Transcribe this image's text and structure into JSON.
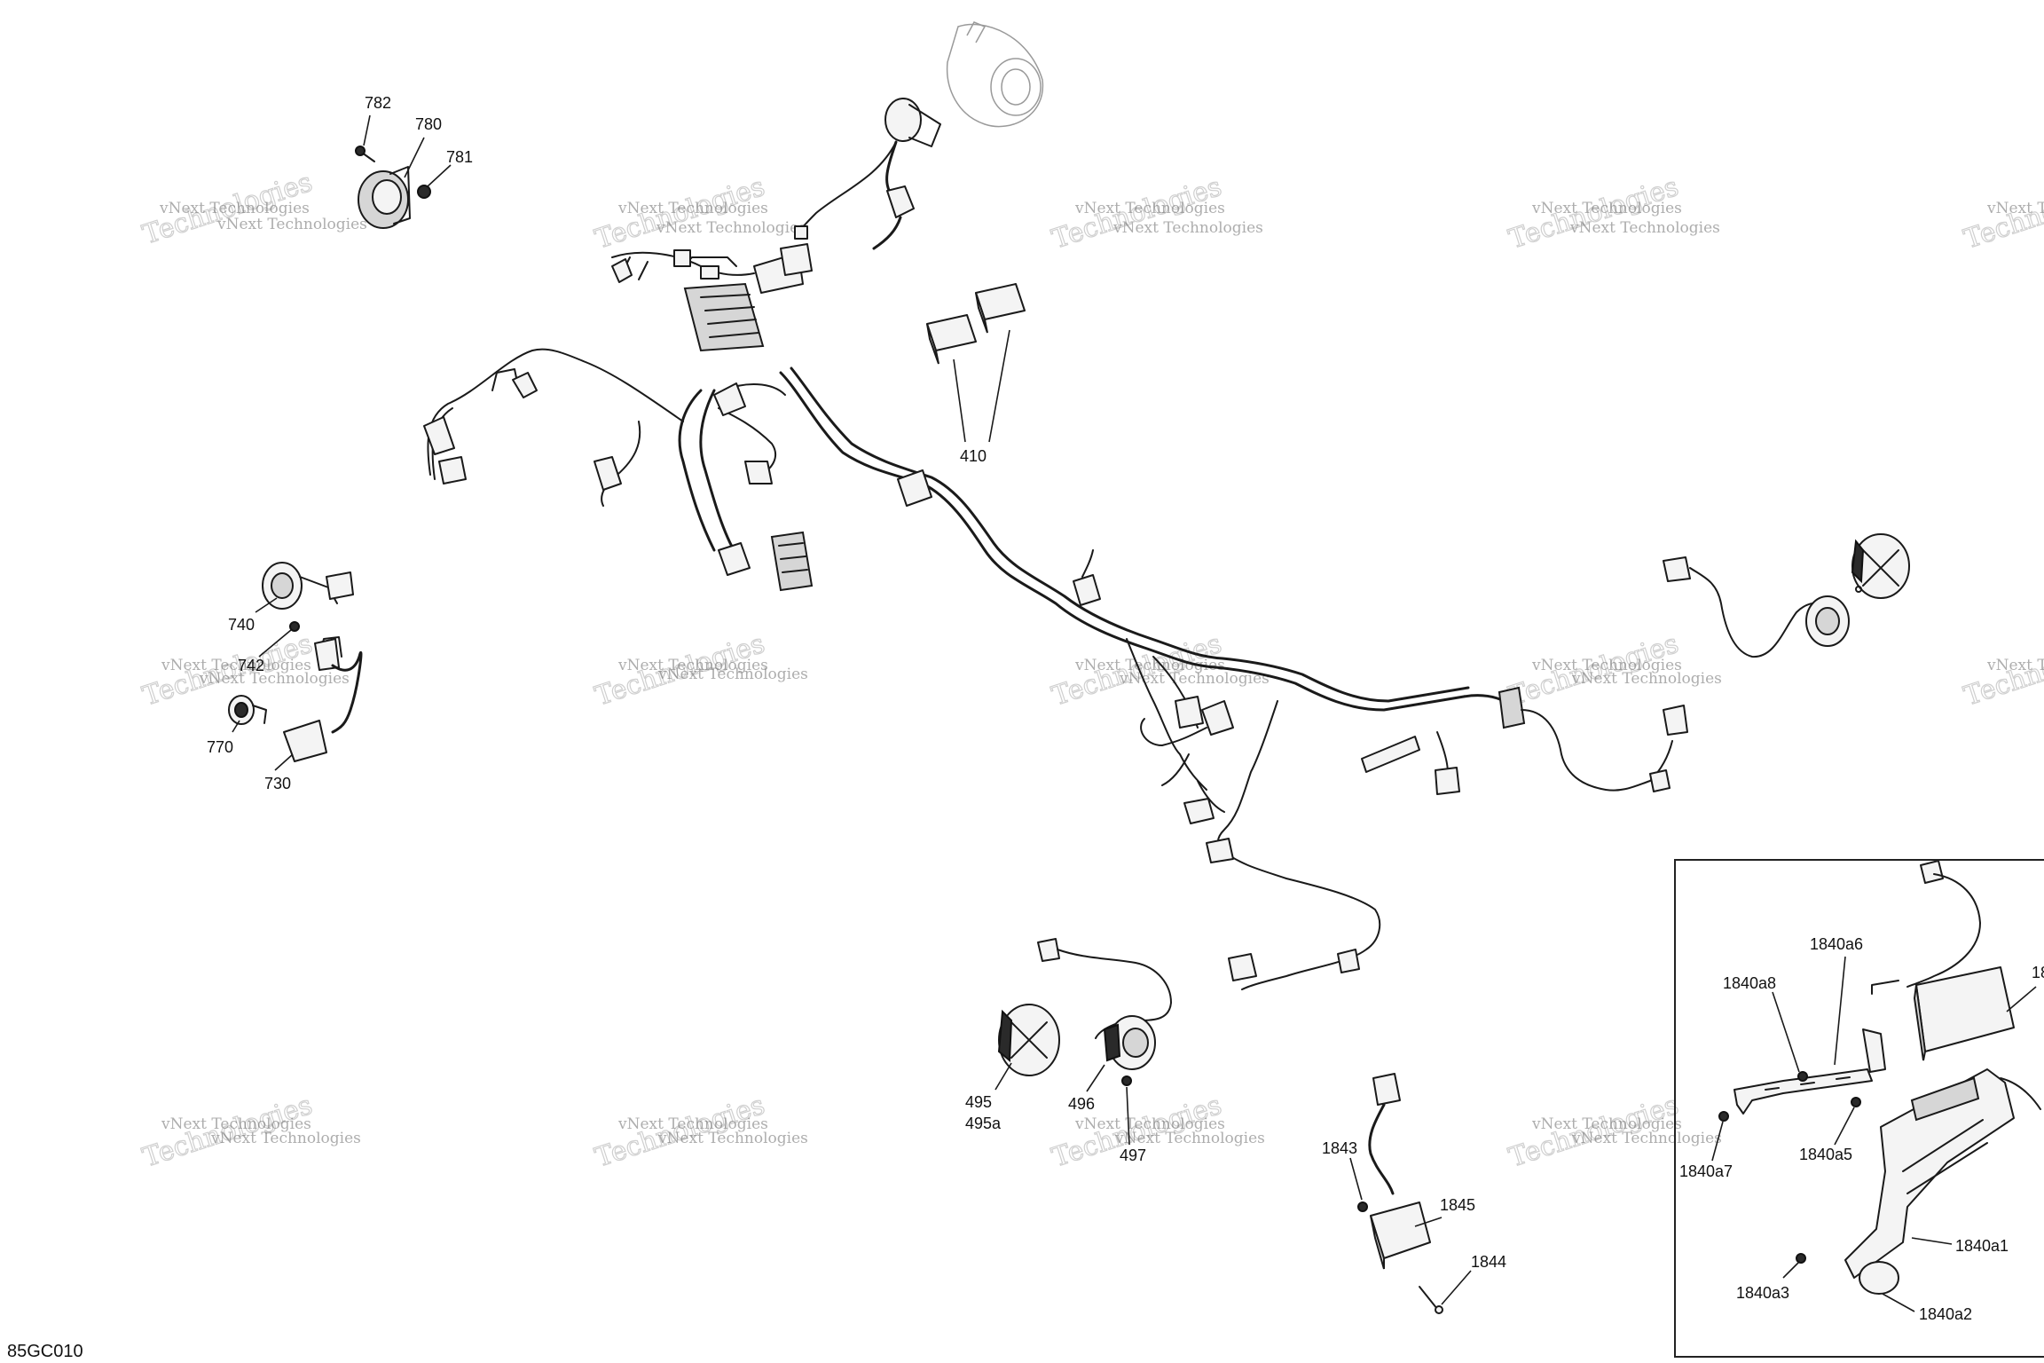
{
  "figure_code": "85GC010",
  "watermark": {
    "line1": "vNext Technologies",
    "line2": "Technologies"
  },
  "callouts": {
    "c780": "780",
    "c781": "781",
    "c782": "782",
    "c410": "410",
    "c740": "740",
    "c742": "742",
    "c770": "770",
    "c730": "730",
    "c495": "495",
    "c495a": "495a",
    "c496": "496",
    "c497": "497",
    "c1843": "1843",
    "c1845": "1845",
    "c1844": "1844",
    "c1840a1": "1840a1",
    "c1840a2": "1840a2",
    "c1840a3": "1840a3",
    "c1840a5": "1840a5",
    "c1840a6": "1840a6",
    "c1840a7": "1840a7",
    "c1840a8": "1840a8",
    "c18_partial": "18"
  }
}
